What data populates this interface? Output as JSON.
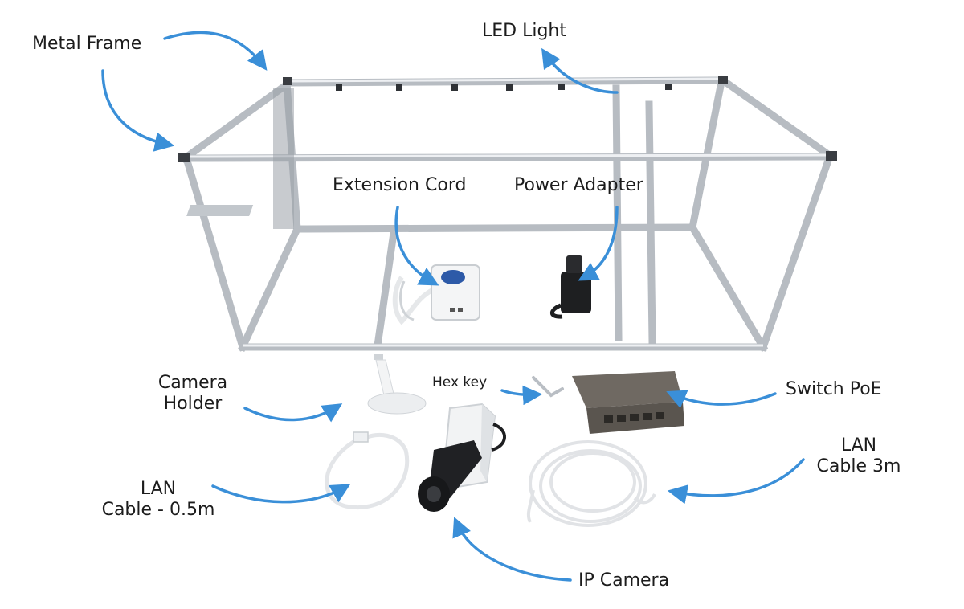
{
  "arrow_color": "#3a8fd8",
  "frame_color": "#d9dde2",
  "labels": {
    "metal_frame": "Metal Frame",
    "led_light": "LED Light",
    "extension_cord": "Extension Cord",
    "power_adapter": "Power Adapter",
    "camera_holder_line1": "Camera",
    "camera_holder_line2": "Holder",
    "hex_key": "Hex key",
    "switch_poe": "Switch PoE",
    "lan_short_line1": "LAN",
    "lan_short_line2": "Cable - 0.5m",
    "lan_long_line1": "LAN",
    "lan_long_line2": "Cable 3m",
    "ip_camera": "IP Camera"
  }
}
